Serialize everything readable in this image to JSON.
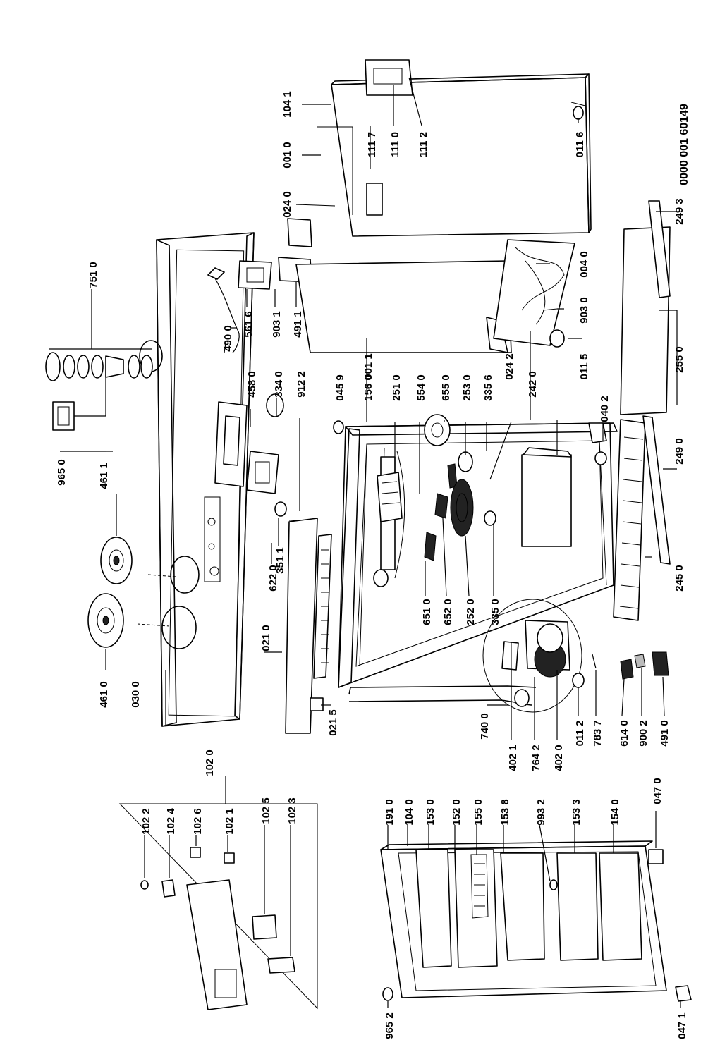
{
  "document_number": "0000 001 60149",
  "labels": {
    "l1041": "104 1",
    "l0010": "001 0",
    "l0240": "024 0",
    "l1117": "111 7",
    "l1110": "111 0",
    "l1112": "111 2",
    "l0116": "011 6",
    "l0040": "004 0",
    "l2493": "249 3",
    "l9030": "903 0",
    "l2550": "255 0",
    "l0115": "011 5",
    "l0402": "040 2",
    "l2490": "249 0",
    "l2450": "245 0",
    "l7510": "751 0",
    "l4900": "490 0",
    "l5616": "561 6",
    "l9031": "903 1",
    "l4911": "491 1",
    "l0011": "001 1",
    "l0242": "024 2",
    "l2420": "242 0",
    "l0459": "045 9",
    "l1560": "156 0",
    "l2510": "251 0",
    "l5540": "554 0",
    "l6550": "655 0",
    "l2530": "253 0",
    "l3356": "335 6",
    "l4580": "458 0",
    "l3340": "334 0",
    "l9122": "912 2",
    "l9650": "965 0",
    "l4611": "461 1",
    "l6220": "622 0",
    "l3511": "351 1",
    "l6510": "651 0",
    "l6520": "652 0",
    "l2520": "252 0",
    "l3350": "335 0",
    "l0210": "021 0",
    "l4610": "461 0",
    "l0300": "030 0",
    "l0215": "021 5",
    "l7400": "740 0",
    "l4021": "402 1",
    "l7642": "764 2",
    "l4020": "402 0",
    "l0112": "011 2",
    "l7837": "783 7",
    "l6140": "614 0",
    "l9002": "900 2",
    "l4910": "491 0",
    "l1020": "102 0",
    "l1022": "102 2",
    "l1024": "102 4",
    "l1026": "102 6",
    "l1021": "102 1",
    "l1025": "102 5",
    "l1023": "102 3",
    "l1910": "191 0",
    "l1040": "104 0",
    "l1530": "153 0",
    "l1520": "152 0",
    "l1550": "155 0",
    "l1538": "153 8",
    "l9932": "993 2",
    "l1533": "153 3",
    "l1540": "154 0",
    "l0470": "047 0",
    "l9652": "965 2",
    "l0471": "047 1"
  }
}
